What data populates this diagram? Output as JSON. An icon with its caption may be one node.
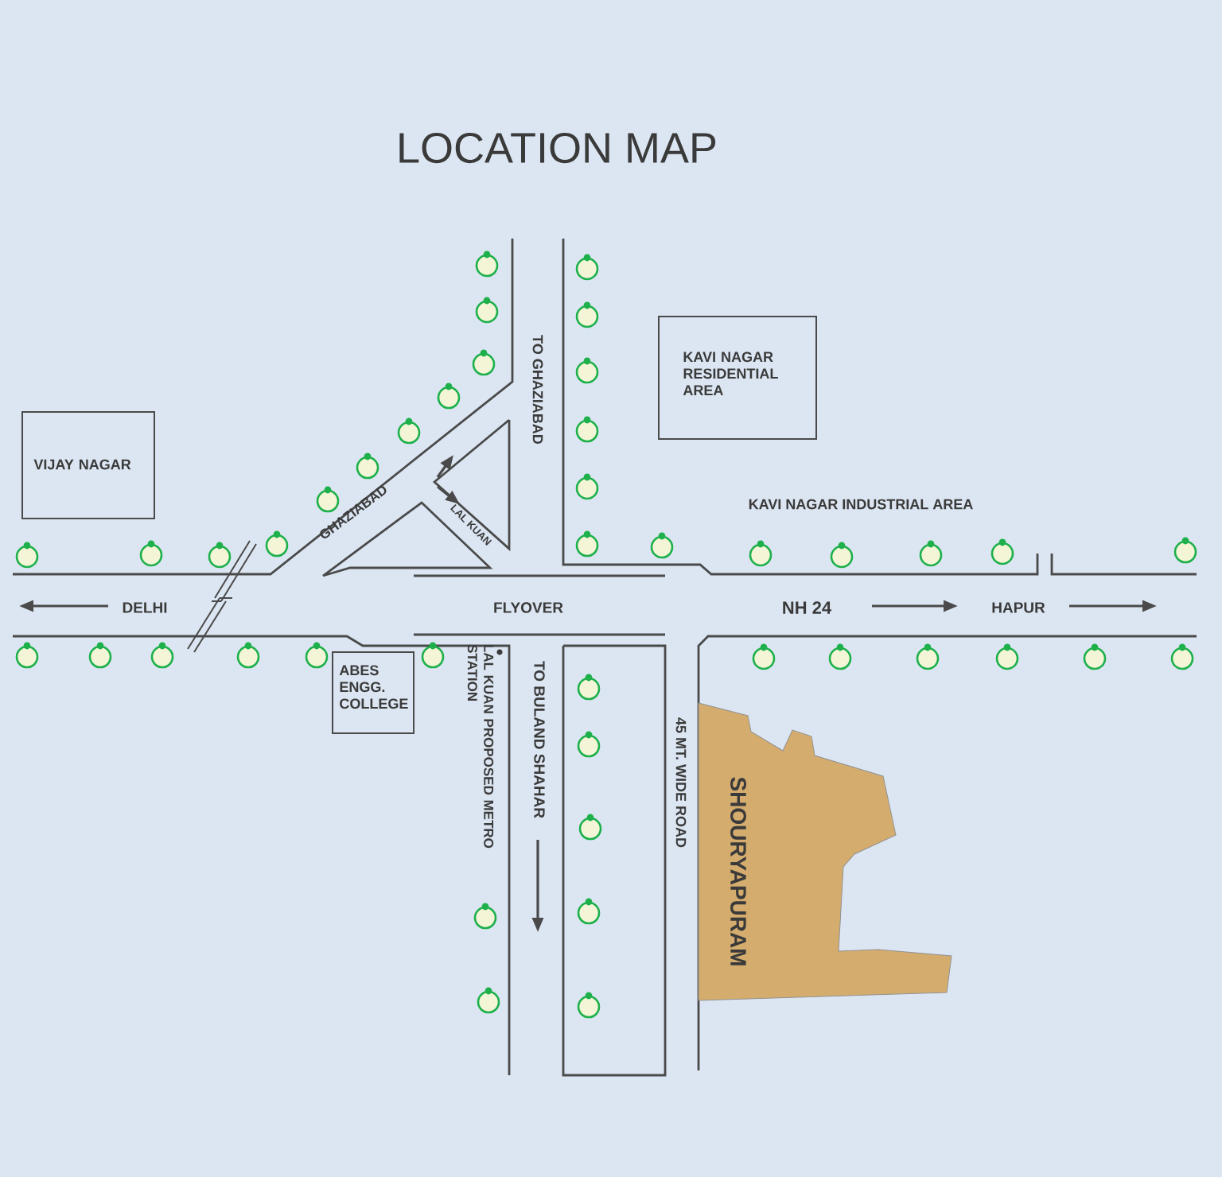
{
  "diagram": {
    "title": "LOCATION MAP",
    "nodes": [
      {
        "text": [
          "KAVI NAGAR RESIDENTIAL AREA"
        ]
      },
      {
        "text": [
          "VIJAY NAGAR"
        ]
      },
      {
        "text": [
          "ABES ENGG. COLLEGE"
        ]
      },
      {
        "text": [
          "SHOURYAPURAM"
        ]
      }
    ],
    "labels": [
      "TO GHAZIABAD",
      "KAVI NAGAR INDUSTRIAL AREA",
      "GHAZIABAD",
      "LAL KUAN",
      "DELHI",
      "FLYOVER",
      "NH 24",
      "HAPUR",
      "LAL KUAN PROPOSED METRO STATION",
      "TO BULAND SHAHAR",
      "45 MT. WIDE ROAD"
    ]
  }
}
